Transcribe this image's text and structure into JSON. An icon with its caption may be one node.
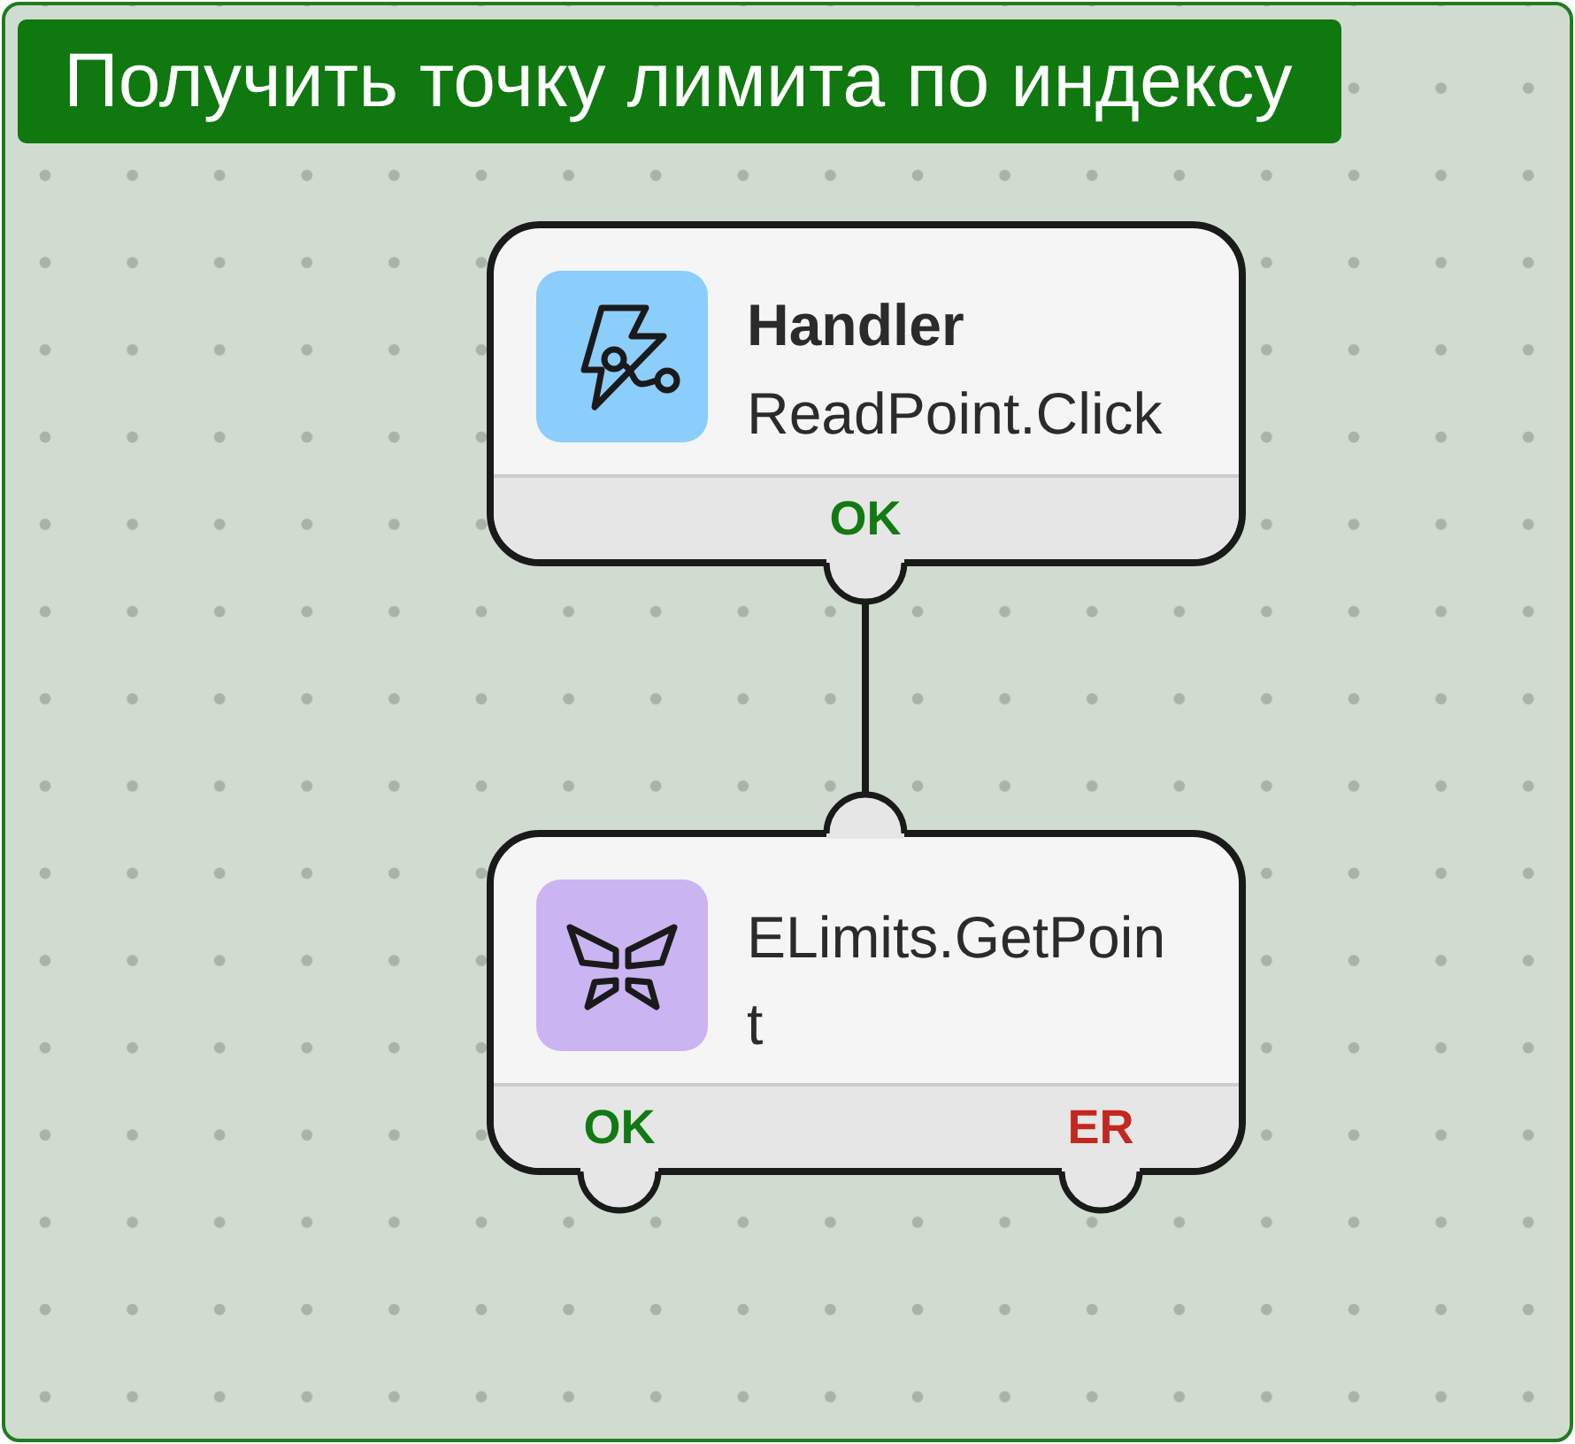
{
  "diagram": {
    "nodes": [
      {
        "text": [
          "Получить точку лимита по индексу"
        ]
      },
      {
        "text": [
          "Handler",
          "ReadPoint.Click",
          "OK"
        ],
        "in": 0
      },
      {
        "text": [
          "ELimits.GetPoint",
          "OK",
          "ER"
        ],
        "in": 0
      }
    ],
    "edges": [
      {
        "from": 1,
        "to": 2,
        "arrow": "none"
      }
    ]
  }
}
